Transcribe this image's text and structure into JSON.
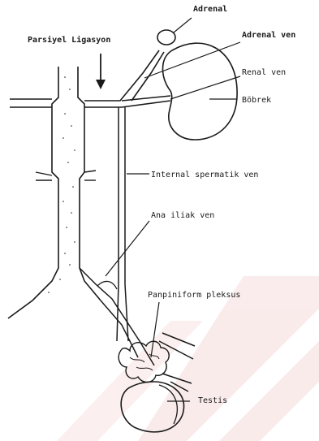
{
  "labels": {
    "adrenal": "Adrenal",
    "adrenal_ven": "Adrenal ven",
    "partial_ligation": "Parsiyel Ligasyon",
    "renal_ven": "Renal ven",
    "bobrek": "Böbrek",
    "internal_spermatik_ven": "Internal spermatik ven",
    "ana_iliak_ven": "Ana iliak ven",
    "pampiniform_pleksus": "Panpiniform pleksus",
    "testis": "Testis"
  },
  "colors": {
    "line": "#1a1a1a",
    "watermark": "#f5dada",
    "background": "#ffffff"
  }
}
